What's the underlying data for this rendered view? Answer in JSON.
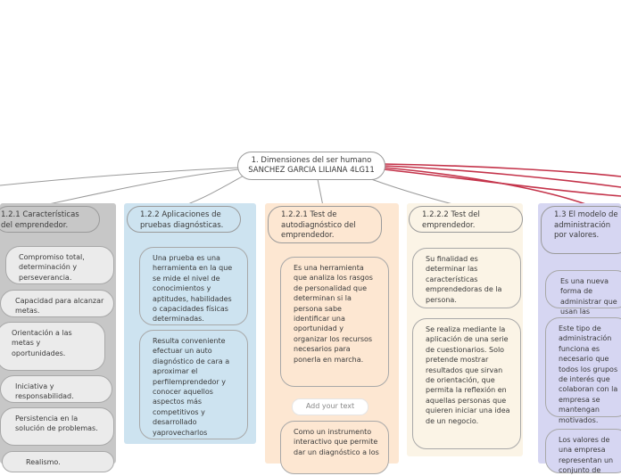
{
  "colors": {
    "grey_column": "#c7c7c7",
    "blue_column": "#cde3f0",
    "peach_column": "#fde7d2",
    "cream_column": "#fbf4e6",
    "lavender_column": "#d6d6f2",
    "connector_red": "#c4334a",
    "connector_grey": "#9a9a9a"
  },
  "root": {
    "line1": "1. Dimensiones del ser humano",
    "line2": "SANCHEZ GARCIA LILIANA 4LG11"
  },
  "columns": [
    {
      "title": "1.2.1 Características del emprendedor.",
      "items": [
        "Compromiso total, determinación y perseverancia.",
        "Capacidad para alcanzar metas.",
        "Orientación a las metas y oportunidades.",
        "Iniciativa y responsabilidad.",
        "Persistencia en la solución de problemas.",
        "Realismo."
      ]
    },
    {
      "title": "1.2.2 Aplicaciones de pruebas diagnósticas.",
      "items": [
        "Una prueba es una herramienta en la que se mide el nivel de conocimientos y aptitudes, habilidades o capacidades físicas determinadas.",
        "Resulta conveniente efectuar un auto diagnóstico de cara a aproximar el perfilemprendedor y conocer aquellos aspectos más competitivos y desarrollado yaprovecharlos"
      ]
    },
    {
      "title": "1.2.2.1 Test de autodiagnóstico del emprendedor.",
      "items": [
        "Es una herramienta que analiza los rasgos de personalidad que determinan si la persona sabe identificar una oportunidad y organizar los recursos necesarios para ponerla en marcha.",
        "Como un instrumento interactivo que permite dar un diagnóstico a los"
      ],
      "add_text": "Add your text"
    },
    {
      "title": "1.2.2.2 Test del emprendedor.",
      "items": [
        "Su finalidad es determinar las características emprendedoras de la persona.",
        "Se realiza mediante la aplicación de una serie de cuestionarios. Solo pretende mostrar resultados que sirvan de orientación, que permita la reflexión en aquellas personas que quieren iniciar una idea de un negocio."
      ]
    },
    {
      "title": "1.3 El modelo de administración por valores.",
      "items": [
        "Es una nueva forma de administrar que usan las empresas",
        "Este tipo de administración funciona es necesario que todos los grupos de interés que colaboran con la empresa se mantengan motivados.",
        "Los valores de una empresa representan un conjunto de"
      ]
    }
  ]
}
